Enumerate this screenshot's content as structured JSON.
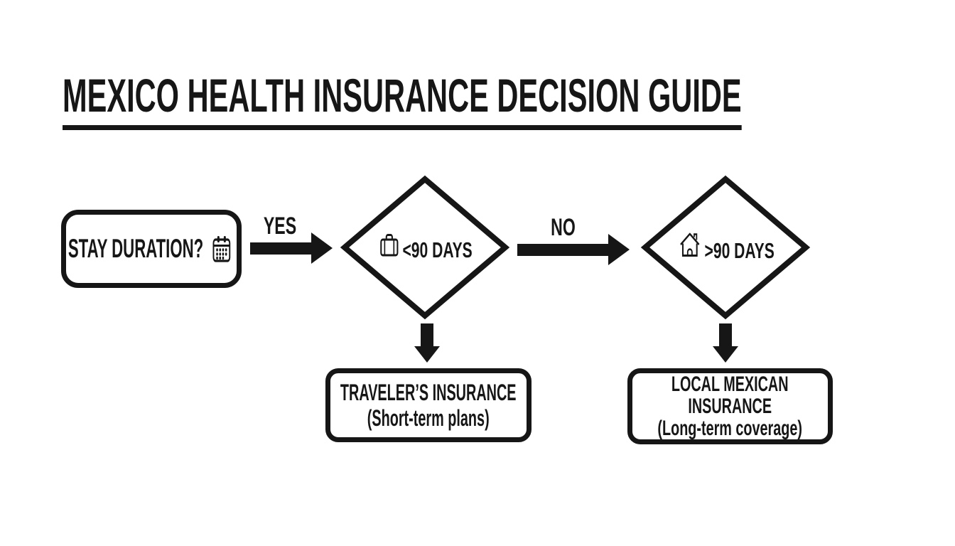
{
  "title": "MEXICO HEALTH INSURANCE DECISION GUIDE",
  "colors": {
    "ink": "#161616",
    "background": "#ffffff"
  },
  "flowchart": {
    "start": {
      "label": "STAY DURATION?",
      "icon": "calendar-icon"
    },
    "edges": [
      {
        "label": "YES"
      },
      {
        "label": "NO"
      }
    ],
    "decisions": [
      {
        "label": "<90 DAYS",
        "icon": "briefcase-icon"
      },
      {
        "label": ">90 DAYS",
        "icon": "house-icon"
      }
    ],
    "outcomes": [
      {
        "lines": [
          "TRAVELER’S INSURANCE",
          "(Short-term plans)"
        ]
      },
      {
        "lines": [
          "LOCAL MEXICAN",
          "INSURANCE",
          "(Long-term coverage)"
        ]
      }
    ]
  }
}
